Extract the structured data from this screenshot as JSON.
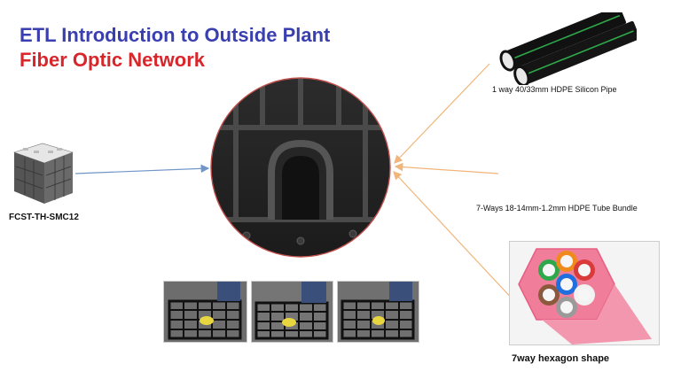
{
  "title": {
    "line1": "ETL Introduction to Outside Plant",
    "line2": "Fiber Optic Network"
  },
  "labels": {
    "box": "FCST-TH-SMC12",
    "pipe": "1 way 40/33mm HDPE Silicon Pipe",
    "bundle": "7-Ways 18-14mm-1.2mm HDPE Tube Bundle",
    "hexagon": "7way hexagon shape"
  },
  "colors": {
    "title_blue": "#3a3fb0",
    "title_red": "#d9262b",
    "arrow_blue": "#6f95c9",
    "arrow_orange": "#f0b57a",
    "circle_border": "#c0504d"
  },
  "tube_colors": [
    "#2ea84a",
    "#f08a1c",
    "#d93a3a",
    "#8b5a3c",
    "#1f6fe0",
    "#f2f2f2",
    "#9a9a9a"
  ]
}
